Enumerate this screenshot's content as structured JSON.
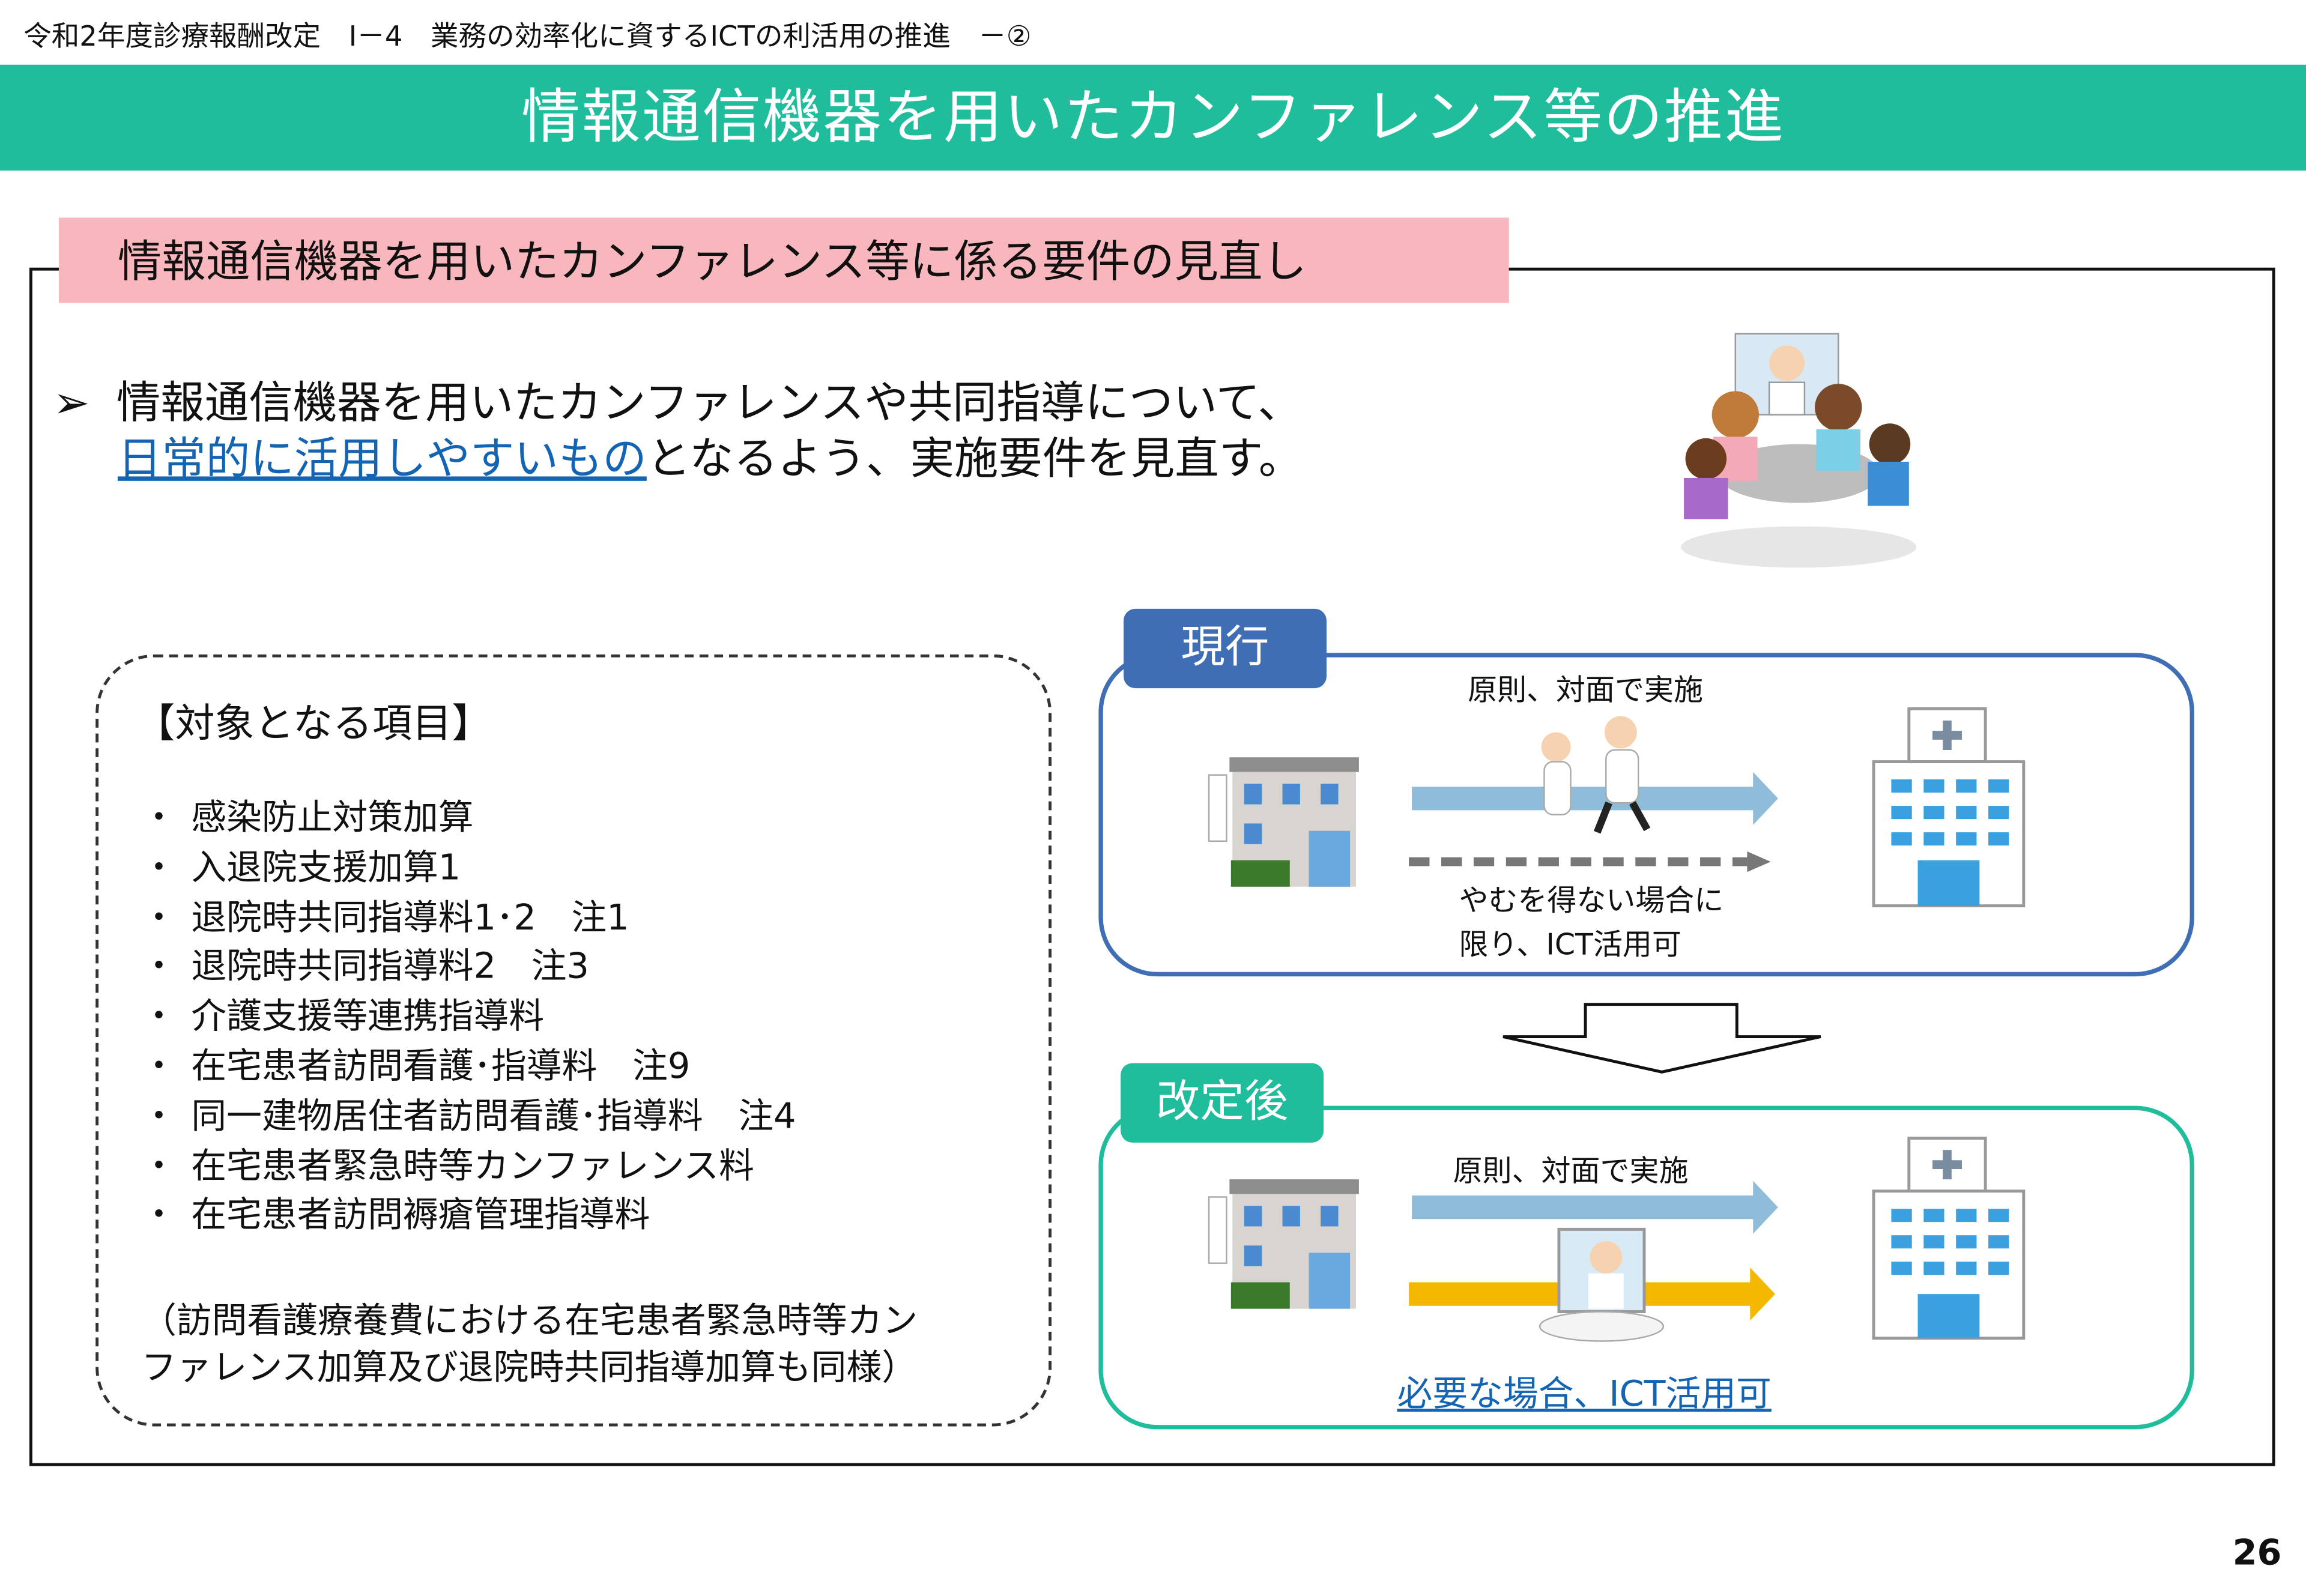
{
  "breadcrumb": "令和2年度診療報酬改定　Ⅰ－4　業務の効率化に資するICTの利活用の推進　－②",
  "title": "情報通信機器を用いたカンファレンス等の推進",
  "subheading": "情報通信機器を用いたカンファレンス等に係る要件の見直し",
  "lead": {
    "bullet": "➢",
    "line1": "情報通信機器を用いたカンファレンスや共同指導について、",
    "highlight": "日常的に活用しやすいもの",
    "line2_rest": "となるよう、実施要件を見直す。"
  },
  "targets": {
    "label": "【対象となる項目】",
    "items": [
      "感染防止対策加算",
      "入退院支援加算1",
      "退院時共同指導料1･2　注1",
      "退院時共同指導料2　注3",
      "介護支援等連携指導料",
      "在宅患者訪問看護･指導料　注9",
      "同一建物居住者訪問看護･指導料　注4",
      "在宅患者緊急時等カンファレンス料",
      "在宅患者訪問褥瘡管理指導料"
    ],
    "note1": "（訪問看護療養費における在宅患者緊急時等カン",
    "note2": "ファレンス加算及び退院時共同指導加算も同様）"
  },
  "current": {
    "tag": "現行",
    "top_caption": "原則、対面で実施",
    "bottom_caption1": "やむを得ない場合に",
    "bottom_caption2": "限り、ICT活用可"
  },
  "revised": {
    "tag": "改定後",
    "top_caption": "原則、対面で実施",
    "bottom_caption": "必要な場合、ICT活用可"
  },
  "page_number": "26",
  "colors": {
    "banner": "#1fbd9c",
    "subhead": "#f8b6bd",
    "current": "#3f6eb5",
    "revised": "#1fbd9c",
    "arrow_blue": "#8fbcd8",
    "arrow_yellow": "#f5b800",
    "link": "#1464b4"
  }
}
